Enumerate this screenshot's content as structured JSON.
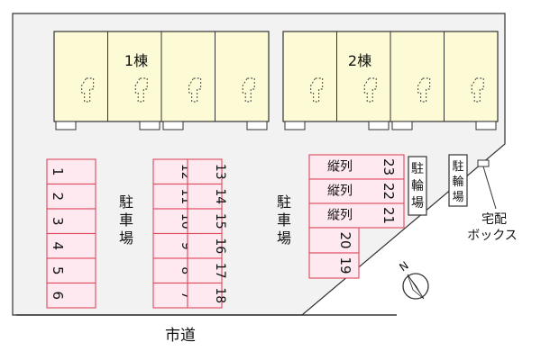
{
  "buildings": [
    {
      "label": "1棟",
      "unit_count": 4
    },
    {
      "label": "2棟",
      "unit_count": 4
    }
  ],
  "parking_label_left": "駐車場",
  "parking_label_right": "駐車場",
  "bicycle_label_1": "駐輪場",
  "bicycle_label_2": "駐輪場",
  "delivery_box_label_line1": "宅配",
  "delivery_box_label_line2": "ボックス",
  "road_label": "市道",
  "compass_label": "N",
  "parking_column_a": [
    "1",
    "2",
    "3",
    "4",
    "5",
    "6"
  ],
  "parking_column_b_left": [
    "12",
    "11",
    "10",
    "9",
    "8",
    "7"
  ],
  "parking_column_b_right": [
    "13",
    "14",
    "15",
    "16",
    "17",
    "18"
  ],
  "parking_tandem": [
    {
      "label": "縦列",
      "number": "23"
    },
    {
      "label": "縦列",
      "number": "22"
    },
    {
      "label": "縦列",
      "number": "21"
    }
  ],
  "parking_bottom": [
    "20",
    "19"
  ],
  "colors": {
    "building_fill": "#fdfbd5",
    "lot_fill": "#f2f2f2",
    "parking_fill": "#fde9ef",
    "parking_stroke": "#e0485e",
    "outline": "#333333"
  }
}
